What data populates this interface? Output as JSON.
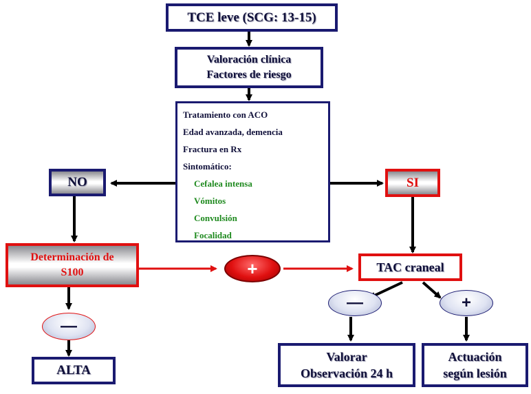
{
  "title_box": {
    "text": "TCE leve (SCG: 13-15)"
  },
  "assessment_box": {
    "line1": "Valoración clínica",
    "line2": "Factores de riesgo"
  },
  "criteria": {
    "items": [
      "Tratamiento con ACO",
      "Edad avanzada, demencia",
      "Fractura en Rx",
      "Sintomático:"
    ],
    "symptoms": [
      "Cefalea intensa",
      "Vómitos",
      "Convulsión",
      "Focalidad"
    ]
  },
  "no_box": {
    "text": "NO"
  },
  "si_box": {
    "text": "SI"
  },
  "s100_box": {
    "line1": "Determinación de",
    "line2": "S100"
  },
  "plus_oval_red": {
    "symbol": "+"
  },
  "tac_box": {
    "text": "TAC craneal"
  },
  "minus_oval_left": {
    "symbol": "—"
  },
  "minus_oval_tac": {
    "symbol": "—"
  },
  "plus_oval_tac": {
    "symbol": "+"
  },
  "alta_box": {
    "text": "ALTA"
  },
  "valorar_box": {
    "line1": "Valorar",
    "line2": "Observación 24 h"
  },
  "actuacion_box": {
    "line1": "Actuación",
    "line2": "según lesión"
  },
  "colors": {
    "navy": "#1a1a70",
    "red": "#e01010",
    "green": "#1f8a1f",
    "oval_blue": "#d6dcf0",
    "oval_red": "#e01010"
  }
}
